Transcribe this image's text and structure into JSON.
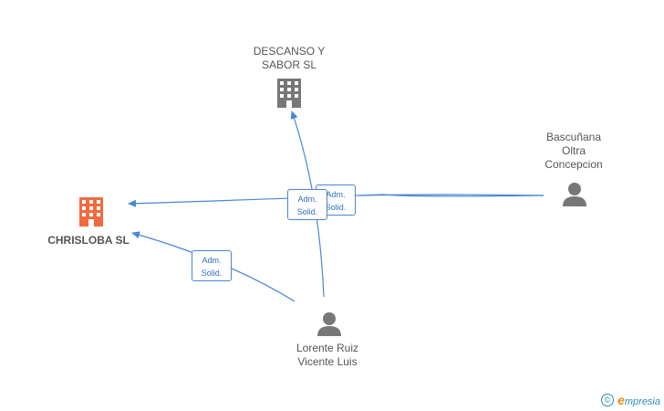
{
  "nodes": {
    "descanso": {
      "label_line1": "DESCANSO Y",
      "label_line2": "SABOR SL",
      "type": "company"
    },
    "chrisloba": {
      "label": "CHRISLOBA SL",
      "type": "company",
      "highlight": "#f26a3d"
    },
    "bascunana": {
      "label_line1": "Bascuñana",
      "label_line2": "Oltra",
      "label_line3": "Concepcion",
      "type": "person"
    },
    "lorente": {
      "label_line1": "Lorente Ruiz",
      "label_line2": "Vicente Luis",
      "type": "person"
    }
  },
  "edges": [
    {
      "from": "bascunana",
      "to": "chrisloba",
      "line1": "Adm.",
      "line2": "Solid."
    },
    {
      "from": "bascunana",
      "to": "chrisloba",
      "line1": "Adm.",
      "line2": "Solid."
    },
    {
      "from": "lorente",
      "to": "chrisloba",
      "line1": "Adm.",
      "line2": "Solid."
    },
    {
      "from": "lorente",
      "to": "descanso",
      "line1": "Adm.",
      "line2": "Solid."
    }
  ],
  "colors": {
    "edge": "#4a86d4",
    "company_icon": "#777777",
    "person_icon": "#777777"
  },
  "footer": {
    "copyright": "©",
    "brand_initial": "e",
    "brand_rest": "mpresia"
  }
}
